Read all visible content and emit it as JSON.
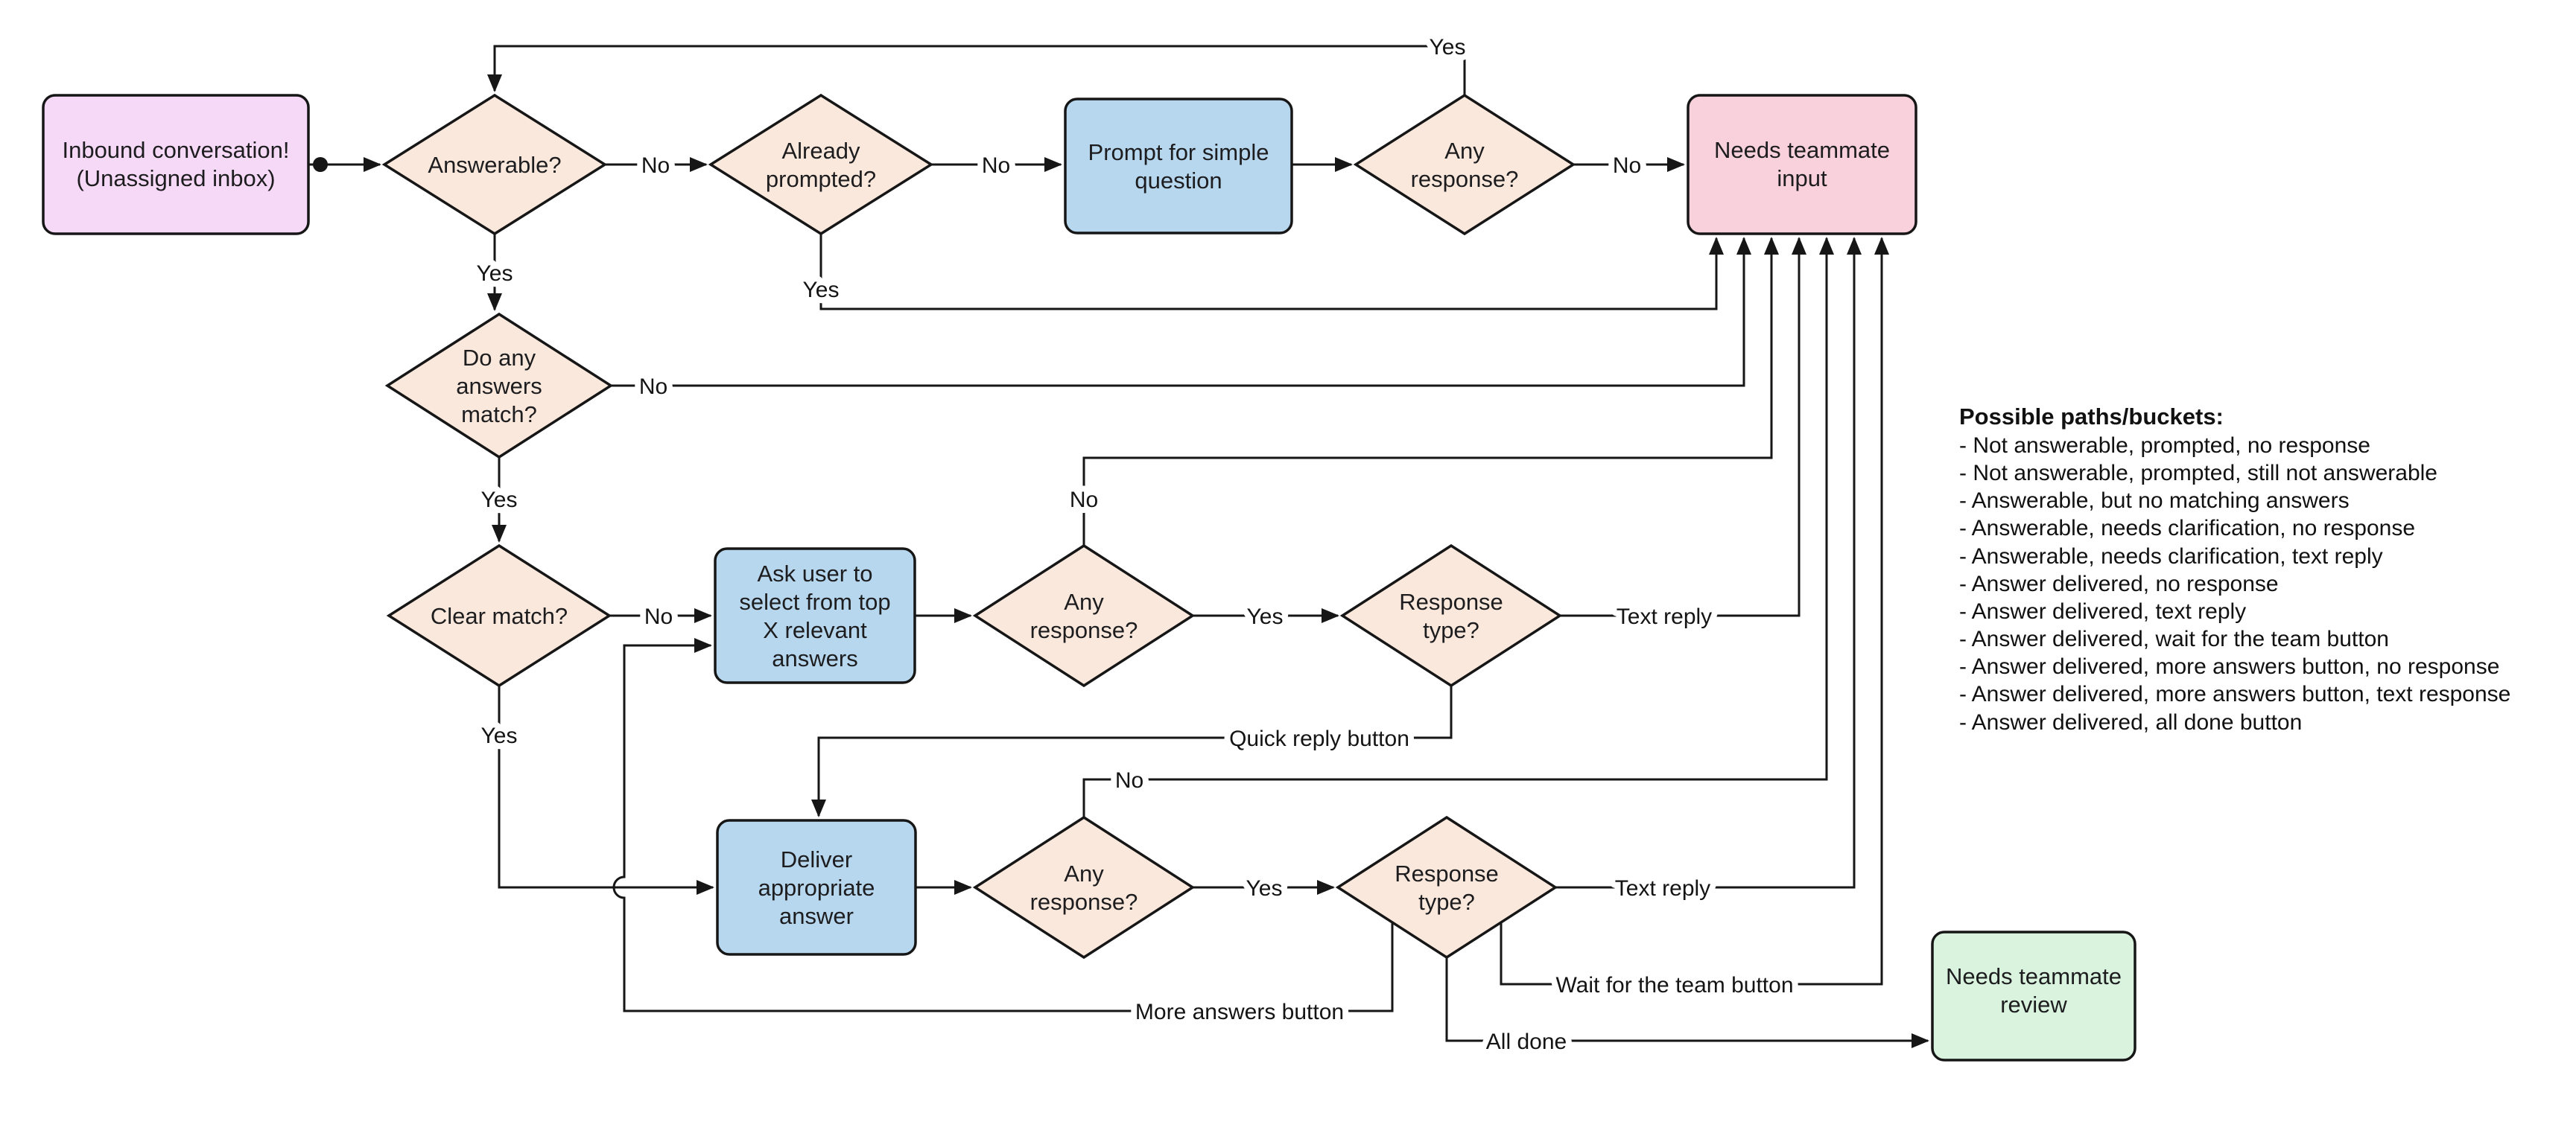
{
  "colors": {
    "background": "#ffffff",
    "line": "#161616",
    "diamond_fill": "#fae8dc",
    "box_magenta_fill": "#f6d9f6",
    "box_blue_fill": "#b7d7ee",
    "box_rose_fill": "#f8d1dc",
    "box_green_fill": "#d9f3de"
  },
  "nodes": {
    "inbound": {
      "lines": [
        "Inbound conversation!",
        "(Unassigned inbox)"
      ]
    },
    "answerable": {
      "lines": [
        "Answerable?"
      ]
    },
    "already_prompted": {
      "lines": [
        "Already",
        "prompted?"
      ]
    },
    "prompt_simple": {
      "lines": [
        "Prompt for simple",
        "question"
      ]
    },
    "any_response_1": {
      "lines": [
        "Any",
        "response?"
      ]
    },
    "needs_input": {
      "lines": [
        "Needs teammate",
        "input"
      ]
    },
    "answers_match": {
      "lines": [
        "Do any",
        "answers",
        "match?"
      ]
    },
    "clear_match": {
      "lines": [
        "Clear match?"
      ]
    },
    "ask_select": {
      "lines": [
        "Ask user to",
        "select from top",
        "X relevant",
        "answers"
      ]
    },
    "any_response_2": {
      "lines": [
        "Any",
        "response?"
      ]
    },
    "response_type_2": {
      "lines": [
        "Response",
        "type?"
      ]
    },
    "deliver": {
      "lines": [
        "Deliver",
        "appropriate",
        "answer"
      ]
    },
    "any_response_3": {
      "lines": [
        "Any",
        "response?"
      ]
    },
    "response_type_3": {
      "lines": [
        "Response",
        "type?"
      ]
    },
    "needs_review": {
      "lines": [
        "Needs teammate",
        "review"
      ]
    }
  },
  "edge_labels": {
    "yes_top": "Yes",
    "ans_no": "No",
    "ans_yes": "Yes",
    "already_no": "No",
    "already_yes": "Yes",
    "any1_no": "No",
    "match_no": "No",
    "match_yes": "Yes",
    "clear_no": "No",
    "clear_yes": "Yes",
    "any2_no": "No",
    "any2_yes": "Yes",
    "reply2_text": "Text reply",
    "reply2_quick": "Quick reply button",
    "any3_no": "No",
    "any3_yes": "Yes",
    "reply3_text": "Text reply",
    "reply3_wait": "Wait for the team button",
    "reply3_done": "All done",
    "reply3_more": "More answers button"
  },
  "paths_list": {
    "title": "Possible paths/buckets:",
    "items": [
      "- Not answerable, prompted, no response",
      "- Not answerable, prompted, still not answerable",
      "- Answerable, but no matching answers",
      "- Answerable, needs clarification, no response",
      "- Answerable, needs clarification, text reply",
      "- Answer delivered, no response",
      "- Answer delivered, text reply",
      "- Answer delivered, wait for the team button",
      "- Answer delivered, more answers button, no response",
      "- Answer delivered, more answers button, text response",
      "- Answer delivered, all done button"
    ]
  }
}
